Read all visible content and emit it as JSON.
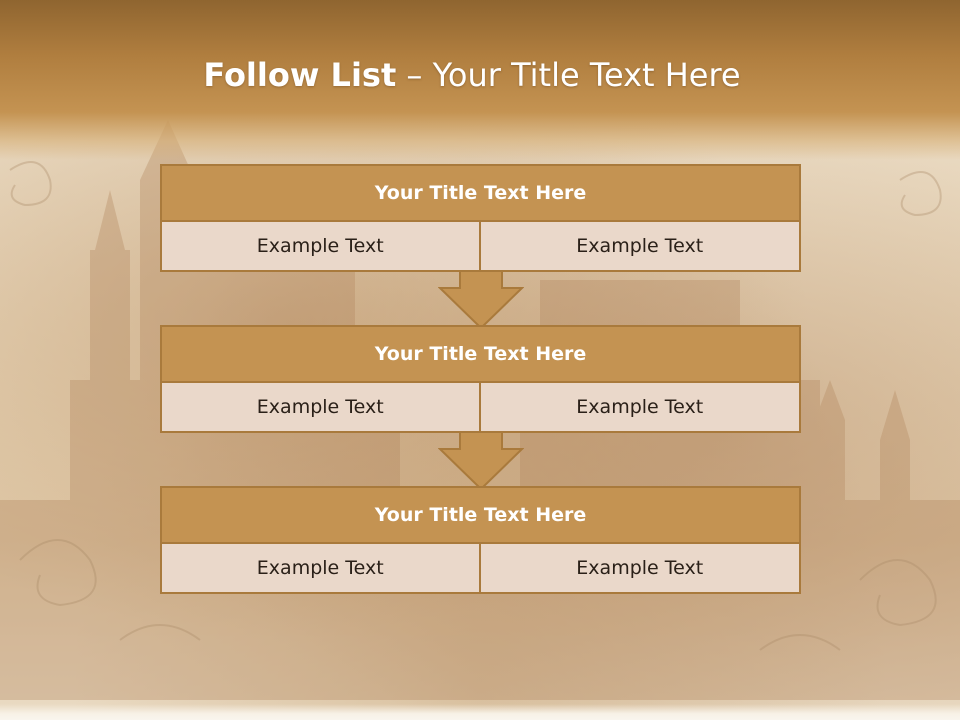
{
  "slide": {
    "title_bold": "Follow List",
    "title_rest": " – Your Title Text Here"
  },
  "blocks": [
    {
      "title": "Your Title Text Here",
      "cells": [
        "Example Text",
        "Example Text"
      ]
    },
    {
      "title": "Your Title Text Here",
      "cells": [
        "Example Text",
        "Example Text"
      ]
    },
    {
      "title": "Your Title Text Here",
      "cells": [
        "Example Text",
        "Example Text"
      ]
    }
  ],
  "colors": {
    "header": "#b07e3f",
    "block_title": "#c49352",
    "cell": "#ead8ca",
    "border": "#a97a3c",
    "arrow": "#c49352"
  },
  "icons": {
    "connector": "down-arrow-icon",
    "background": "castle-illustration"
  }
}
